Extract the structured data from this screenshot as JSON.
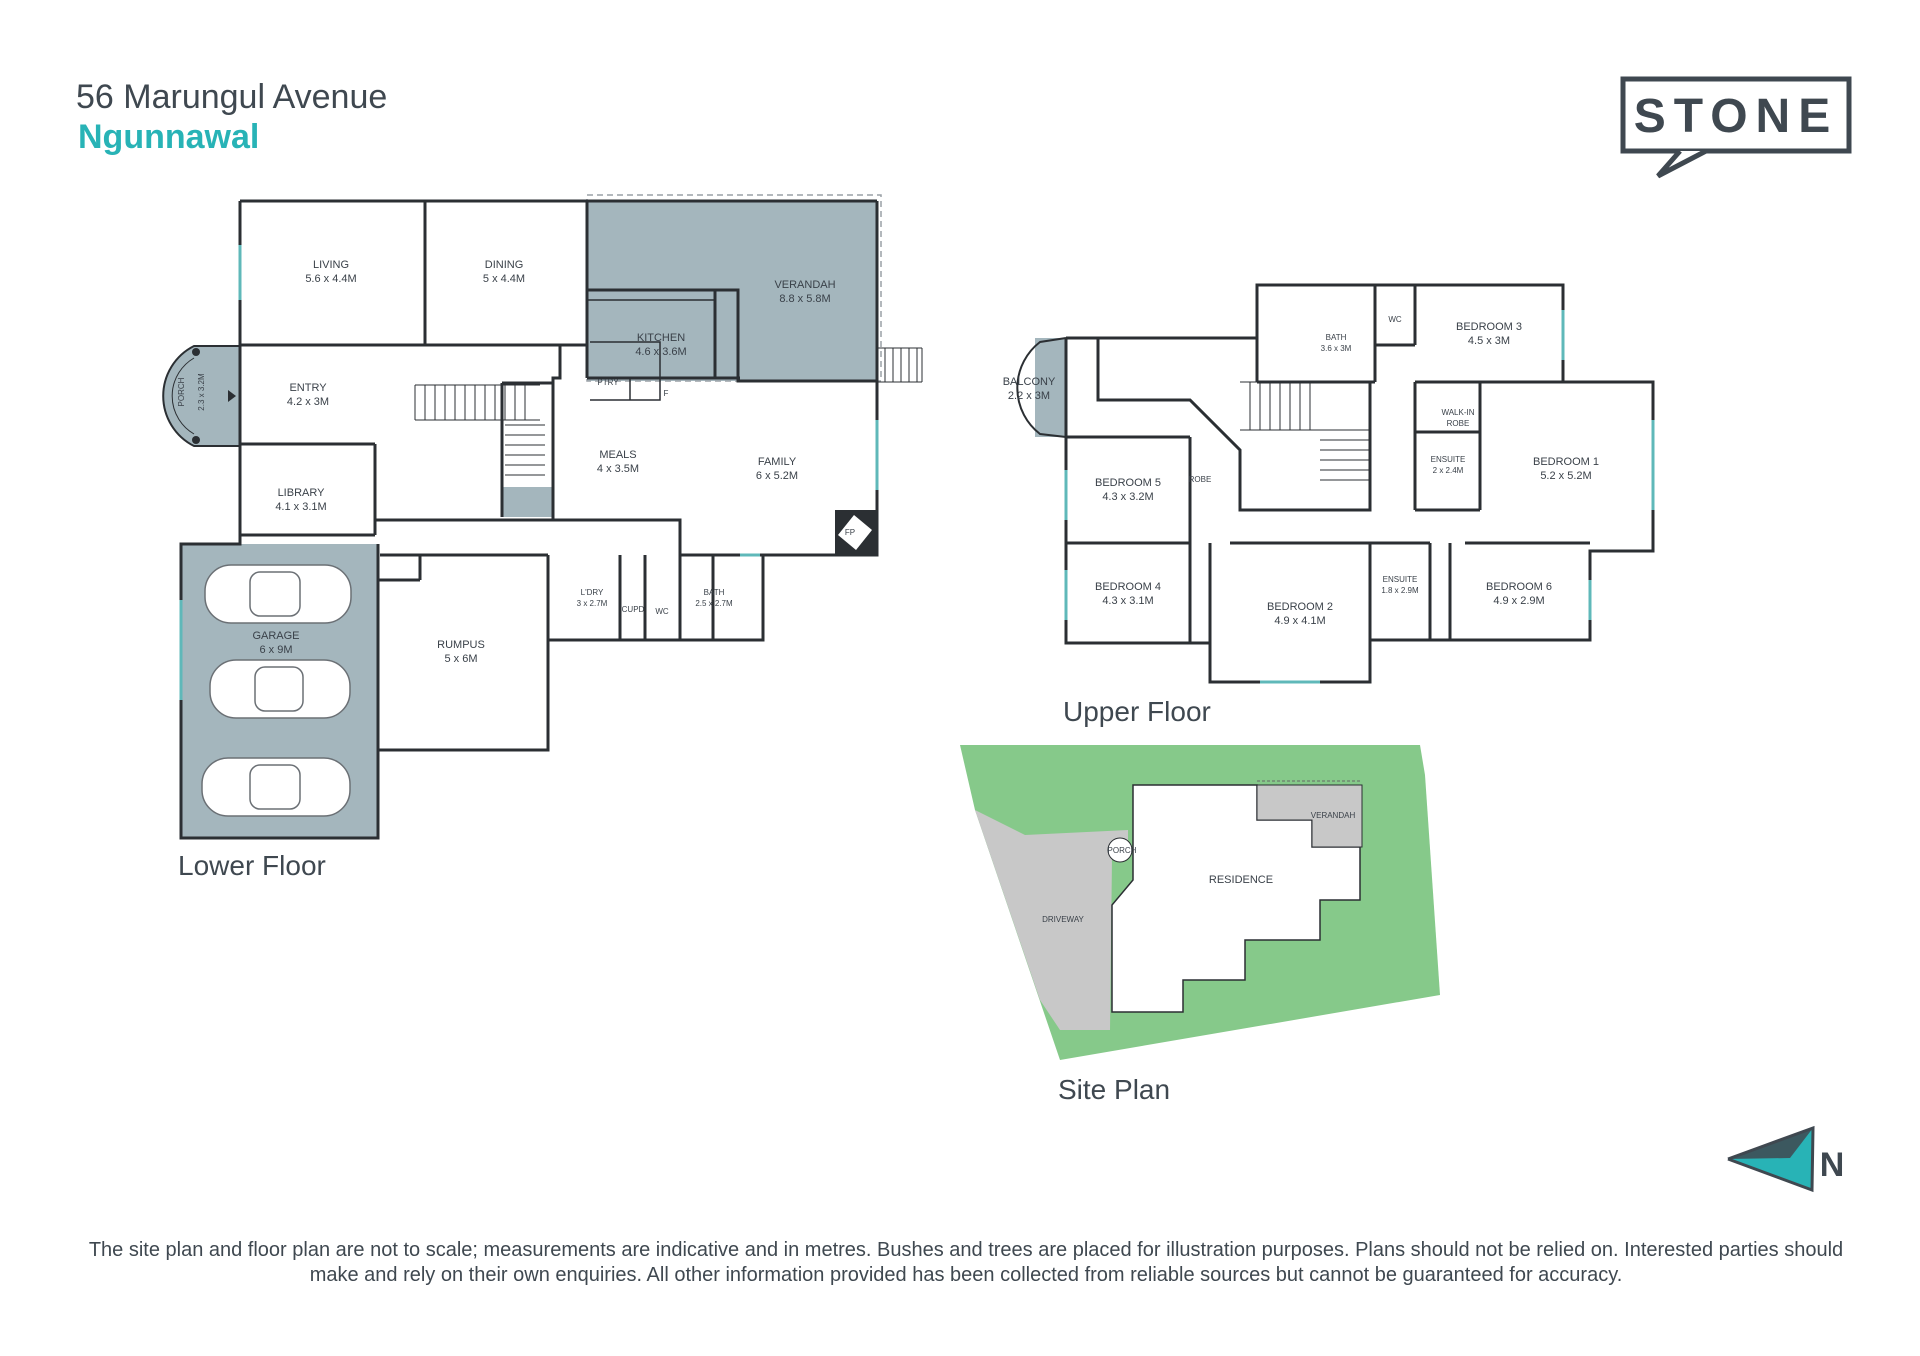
{
  "header": {
    "address": "56 Marungul Avenue",
    "suburb": "Ngunnawal"
  },
  "brand": {
    "logo_text": "STONE",
    "accent": "#28b3b6",
    "dark": "#3f4850"
  },
  "floors": {
    "lower": {
      "label": "Lower Floor",
      "rooms": {
        "living": {
          "name": "LIVING",
          "dims": "5.6 x 4.4M"
        },
        "dining": {
          "name": "DINING",
          "dims": "5 x 4.4M"
        },
        "verandah": {
          "name": "VERANDAH",
          "dims": "8.8 x 5.8M"
        },
        "kitchen": {
          "name": "KITCHEN",
          "dims": "4.6 x 3.6M"
        },
        "ptry": {
          "name": "PTRY"
        },
        "fridge": {
          "name": "F"
        },
        "porch": {
          "name": "PORCH",
          "dims": "2.3 x 3.2M"
        },
        "entry": {
          "name": "ENTRY",
          "dims": "4.2 x 3M"
        },
        "meals": {
          "name": "MEALS",
          "dims": "4 x 3.5M"
        },
        "family": {
          "name": "FAMILY",
          "dims": "6 x 5.2M"
        },
        "fp": {
          "name": "FP"
        },
        "library": {
          "name": "LIBRARY",
          "dims": "4.1 x 3.1M"
        },
        "garage": {
          "name": "GARAGE",
          "dims": "6 x 9M"
        },
        "rumpus": {
          "name": "RUMPUS",
          "dims": "5 x 6M"
        },
        "ldry": {
          "name": "L'DRY",
          "dims": "3 x 2.7M"
        },
        "cupd": {
          "name": "CUPD"
        },
        "wc": {
          "name": "WC"
        },
        "bath": {
          "name": "BATH",
          "dims": "2.5 x 2.7M"
        }
      }
    },
    "upper": {
      "label": "Upper Floor",
      "rooms": {
        "balcony": {
          "name": "BALCONY",
          "dims": "2.2 x 3M"
        },
        "bath": {
          "name": "BATH",
          "dims": "3.6 x 3M"
        },
        "wc": {
          "name": "WC"
        },
        "bedroom3": {
          "name": "BEDROOM 3",
          "dims": "4.5 x 3M"
        },
        "walkin_1": {
          "name": "WALK-IN"
        },
        "walkin_2": {
          "name": "ROBE"
        },
        "ensuite1": {
          "name": "ENSUITE",
          "dims": "2 x 2.4M"
        },
        "bedroom1": {
          "name": "BEDROOM 1",
          "dims": "5.2 x 5.2M"
        },
        "bedroom5": {
          "name": "BEDROOM 5",
          "dims": "4.3 x 3.2M"
        },
        "bedroom4": {
          "name": "BEDROOM 4",
          "dims": "4.3 x 3.1M"
        },
        "bedroom2": {
          "name": "BEDROOM 2",
          "dims": "4.9 x 4.1M"
        },
        "ensuite2": {
          "name": "ENSUITE",
          "dims": "1.8 x 2.9M"
        },
        "bedroom6": {
          "name": "BEDROOM 6",
          "dims": "4.9 x 2.9M"
        },
        "robe": {
          "name": "ROBE"
        }
      }
    },
    "site": {
      "label": "Site Plan",
      "residence": "RESIDENCE",
      "verandah": "VERANDAH",
      "porch": "PORCH",
      "driveway": "DRIVEWAY",
      "lawn_color": "#86c98a",
      "driveway_color": "#c8c8c8"
    }
  },
  "compass": {
    "letter": "N"
  },
  "colors": {
    "shaded": "#a4b6bd",
    "wall": "#2b2f33",
    "window": "#5fb8b9"
  },
  "disclaimer": "The site plan and floor plan are not to scale; measurements are indicative and in metres. Bushes and trees are placed for illustration purposes. Plans should not be relied on. Interested parties should make and rely on their own enquiries. All other information provided has been collected from reliable sources but cannot be guaranteed for accuracy."
}
